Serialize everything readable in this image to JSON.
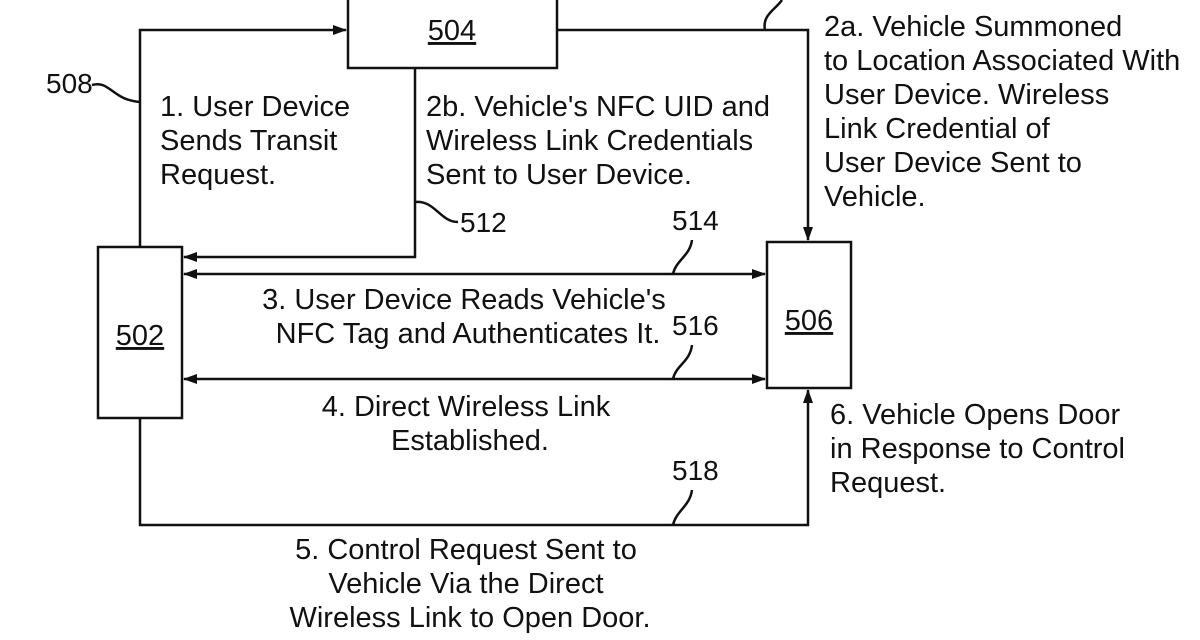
{
  "boxes": {
    "user_device": "502",
    "server": "504",
    "vehicle": "506"
  },
  "refs": {
    "r508": "508",
    "r512": "512",
    "r514": "514",
    "r516": "516",
    "r518": "518"
  },
  "steps": {
    "s1": [
      "1. User Device",
      "Sends Transit",
      "Request."
    ],
    "s2a": [
      "2a. Vehicle Summoned",
      "to Location Associated With",
      "User Device. Wireless",
      "Link Credential of",
      "User Device Sent to",
      "Vehicle."
    ],
    "s2b": [
      "2b. Vehicle's NFC UID and",
      "Wireless Link Credentials",
      "Sent to User Device."
    ],
    "s3": [
      "3. User Device Reads Vehicle's",
      "NFC Tag and Authenticates It."
    ],
    "s4": [
      "4. Direct Wireless Link",
      "Established."
    ],
    "s5": [
      "5. Control Request Sent to",
      "Vehicle Via the Direct",
      "Wireless Link to Open Door."
    ],
    "s6": [
      "6. Vehicle Opens Door",
      "in Response to Control",
      "Request."
    ]
  }
}
